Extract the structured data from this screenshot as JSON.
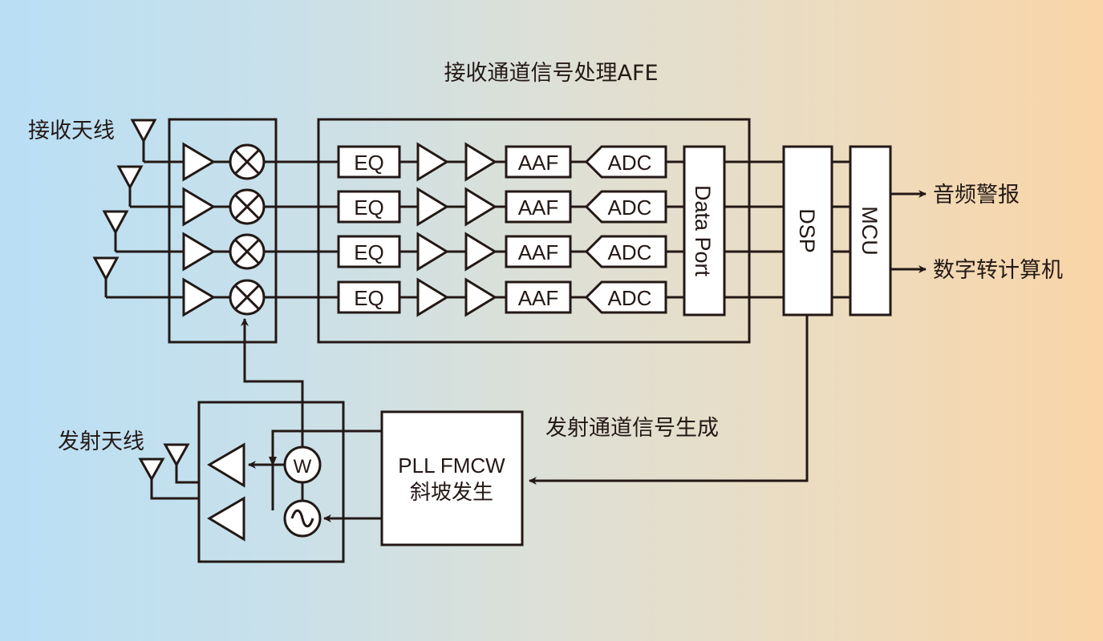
{
  "title_rx": "接收通道信号处理AFE",
  "title_tx": "发射通道信号生成",
  "labels": {
    "rx_antenna": "接收天线",
    "tx_antenna": "发射天线",
    "audio_alarm": "音频警报",
    "digital_to_computer": "数字转计算机"
  },
  "blocks": {
    "eq": "EQ",
    "aaf": "AAF",
    "adc": "ADC",
    "data_port": "Data Port",
    "dsp": "DSP",
    "mcu": "MCU",
    "pll_line1": "PLL FMCW",
    "pll_line2": "斜坡发生",
    "vco_symbol": "W"
  },
  "rx_channel_count": 4,
  "colors": {
    "stroke": "#231815",
    "fill": "#ffffff",
    "bg_left": "#b9dff5",
    "bg_right": "#f9d5a7"
  }
}
